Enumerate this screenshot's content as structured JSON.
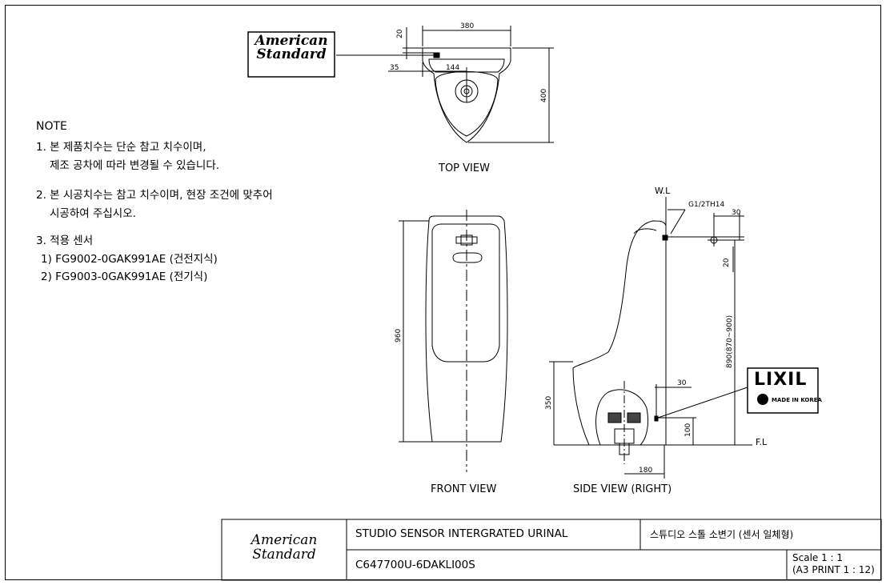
{
  "brand": {
    "line1": "American",
    "line2": "Standard"
  },
  "notes": {
    "heading": "NOTE",
    "n1a": "1. 본  제품치수는 단순 참고 치수이며,",
    "n1b": "제조 공차에 따라 변경될 수 있습니다.",
    "n2a": "2. 본 시공치수는 참고 치수이며, 현장 조건에 맞추어",
    "n2b": "시공하여 주십시오.",
    "n3": "3. 적용 센서",
    "s1": "1) FG9002-0GAK991AE (건전지식)",
    "s2": "2) FG9003-0GAK991AE (전기식)"
  },
  "views": {
    "top": "TOP VIEW",
    "front": "FRONT VIEW",
    "side": "SIDE VIEW (RIGHT)"
  },
  "dims": {
    "d380": "380",
    "d20a": "20",
    "d35": "35",
    "d144": "144",
    "d400": "400",
    "d960": "960",
    "d350": "350",
    "d30a": "30",
    "d20b": "20",
    "d890": "890(870~900)",
    "d30b": "30",
    "d100": "100",
    "d180": "180",
    "pipe": "G1/2TH14",
    "wl": "W.L",
    "fl": "F.L"
  },
  "badge": {
    "name": "LIXIL",
    "sub1": "MADE IN KOREA"
  },
  "title_block": {
    "title_en": "STUDIO SENSOR INTERGRATED URINAL",
    "title_ko": "스튜디오 스톨 소변기 (센서 일체형)",
    "model": "C647700U-6DAKLI00S",
    "scale": "Scale 1 : 1",
    "print": "(A3 PRINT 1 : 12)"
  }
}
